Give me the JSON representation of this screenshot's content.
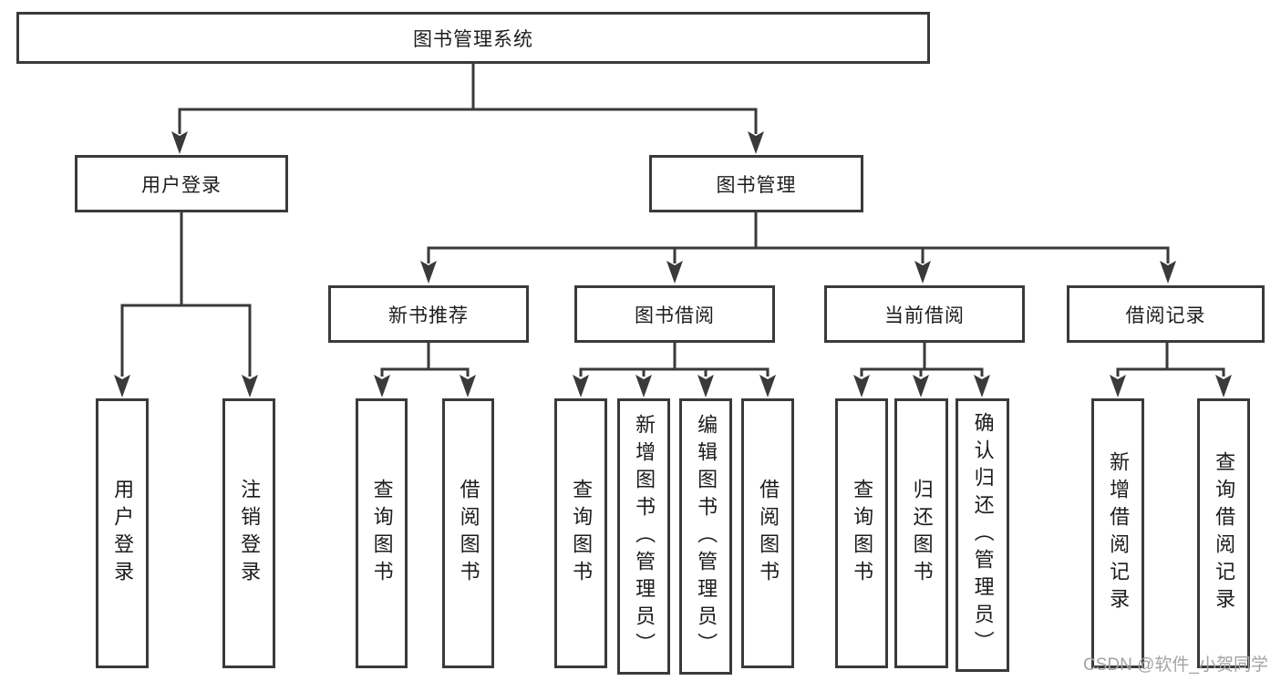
{
  "tree": {
    "label": "图书管理系统",
    "children": [
      {
        "label": "用户登录",
        "children": [
          {
            "label": "用户登录"
          },
          {
            "label": "注销登录"
          }
        ]
      },
      {
        "label": "图书管理",
        "children": [
          {
            "label": "新书推荐",
            "children": [
              {
                "label": "查询图书"
              },
              {
                "label": "借阅图书"
              }
            ]
          },
          {
            "label": "图书借阅",
            "children": [
              {
                "label": "查询图书"
              },
              {
                "label": "新增图书（管理员）"
              },
              {
                "label": "编辑图书（管理员）"
              },
              {
                "label": "借阅图书"
              }
            ]
          },
          {
            "label": "当前借阅",
            "children": [
              {
                "label": "查询图书"
              },
              {
                "label": "归还图书"
              },
              {
                "label": "确认归还（管理员）"
              }
            ]
          },
          {
            "label": "借阅记录",
            "children": [
              {
                "label": "新增借阅记录"
              },
              {
                "label": "查询借阅记录"
              }
            ]
          }
        ]
      }
    ]
  },
  "watermark": {
    "text": "CSDN @软件_小贺同学"
  },
  "colors": {
    "line": "#3a3a3a",
    "text": "#1c1c1c",
    "watermark": "#a3a3a3",
    "background": "#ffffff"
  }
}
